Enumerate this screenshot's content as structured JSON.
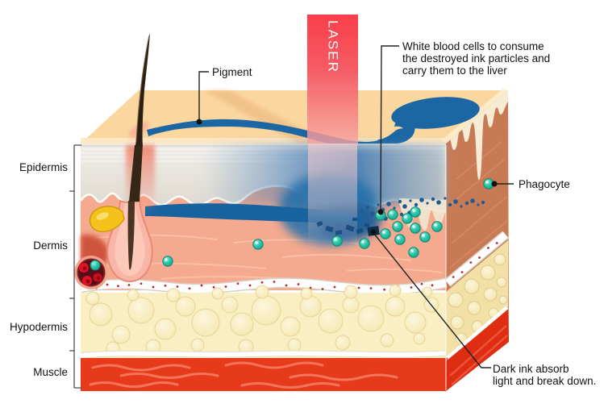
{
  "side_labels": {
    "epidermis": "Epidermis",
    "dermis": "Dermis",
    "hypodermis": "Hypodermis",
    "muscle": "Muscle"
  },
  "annotations": {
    "laser": "LASER",
    "pigment": "Pigment",
    "white_blood_cells": {
      "lines": [
        "White blood cells to consume",
        "the destroyed ink particles and",
        "carry them to the liver"
      ]
    },
    "phagocyte": "Phagocyte",
    "dark_ink": {
      "lines": [
        "Dark ink absorb",
        "light and break down."
      ]
    }
  },
  "colors": {
    "laser_red": "#fa3843",
    "pigment_blue": "#1a67a4",
    "phagocyte_teal": "#2cc5a8",
    "top_skin_peach": "#fbd7a0",
    "epidermis_gray": "#e9e6e1",
    "dermis_salmon": "#f5a98e",
    "right_face_brown": "#c87a55",
    "hypodermis_yellow": "#f9efc2",
    "muscle_red": "#e63a1b",
    "label_text": "#111111"
  }
}
